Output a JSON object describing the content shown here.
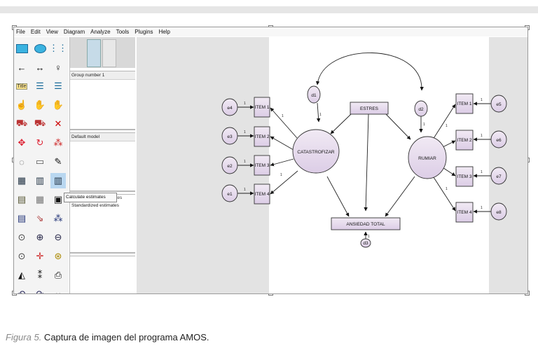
{
  "menu": [
    "File",
    "Edit",
    "View",
    "Diagram",
    "Analyze",
    "Tools",
    "Plugins",
    "Help"
  ],
  "panels": {
    "group": "Group number 1",
    "model": "Default model",
    "estimates": "Standardized estimates",
    "tooltip": "Calculate estimates",
    "partial": "ates"
  },
  "diagram": {
    "latent": [
      "CATASTROFIZAR",
      "RUMIAR"
    ],
    "observed_left": [
      "ITEM 1",
      "ITEM 2",
      "ITEM 3",
      "ITEM 4"
    ],
    "observed_right": [
      "ITEM 1",
      "ITEM 2",
      "ITEM 3",
      "ITEM 4"
    ],
    "errors_left": [
      "e4",
      "e3",
      "e2",
      "e1"
    ],
    "errors_right": [
      "e5",
      "e6",
      "e7",
      "e8"
    ],
    "disturbances": [
      "d1",
      "d2",
      "d3"
    ],
    "estres": "ESTRES",
    "outcome": "ANSIEDAD TOTAL",
    "weight": "1"
  },
  "caption": {
    "label": "Figura 5.",
    "text": " Captura de imagen del programa AMOS."
  }
}
